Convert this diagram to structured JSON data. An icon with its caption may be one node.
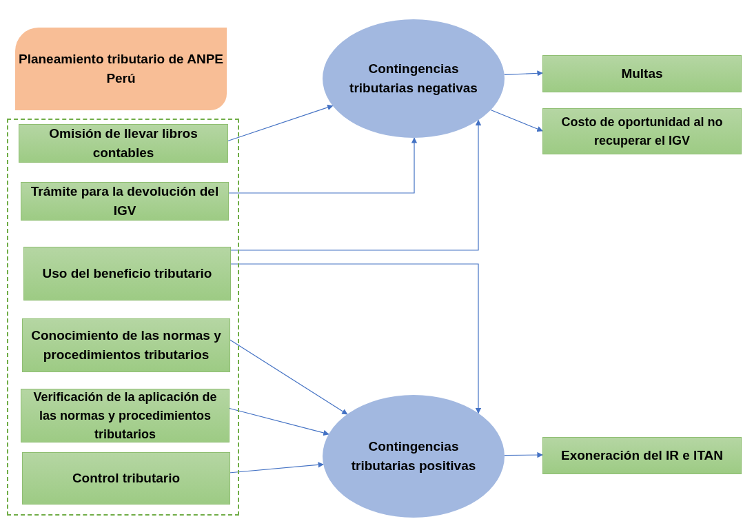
{
  "diagram": {
    "nodes": [
      {
        "text": [
          "Planeamiento tributario de ANPE Perú"
        ]
      },
      {
        "text": [],
        "shape": "box"
      },
      {
        "text": [
          "Omisión de llevar libros contables"
        ],
        "in": 1
      },
      {
        "text": [
          "Trámite para la devolución del IGV"
        ],
        "in": 1
      },
      {
        "text": [
          "Uso del beneficio tributario"
        ],
        "in": 1
      },
      {
        "text": [
          "Conocimiento de las normas y procedimientos tributarios"
        ],
        "in": 1
      },
      {
        "text": [
          "Verificación de la aplicación de las normas y procedimientos tributarios"
        ],
        "in": 1
      },
      {
        "text": [
          "Control tributario"
        ],
        "in": 1
      },
      {
        "text": [
          "Contingencias tributarias negativas"
        ]
      },
      {
        "text": [
          "Multas"
        ]
      },
      {
        "text": [
          "Costo de oportunidad al no recuperar el IGV"
        ]
      },
      {
        "text": [
          "Contingencias tributarias positivas"
        ]
      },
      {
        "text": [
          "Exoneración del IR e ITAN"
        ]
      }
    ],
    "edges": [
      {
        "from": 2,
        "to": 8,
        "arrow": "to"
      },
      {
        "from": 3,
        "to": 8,
        "arrow": "to"
      },
      {
        "from": 4,
        "to": 8,
        "arrow": "to"
      },
      {
        "from": 4,
        "to": 11,
        "arrow": "to"
      },
      {
        "from": 5,
        "to": 11,
        "arrow": "to"
      },
      {
        "from": 6,
        "to": 11,
        "arrow": "to"
      },
      {
        "from": 7,
        "to": 11,
        "arrow": "to"
      },
      {
        "from": 8,
        "to": 9,
        "arrow": "to"
      },
      {
        "from": 8,
        "to": 10,
        "arrow": "to"
      },
      {
        "from": 11,
        "to": 12,
        "arrow": "to"
      }
    ]
  }
}
